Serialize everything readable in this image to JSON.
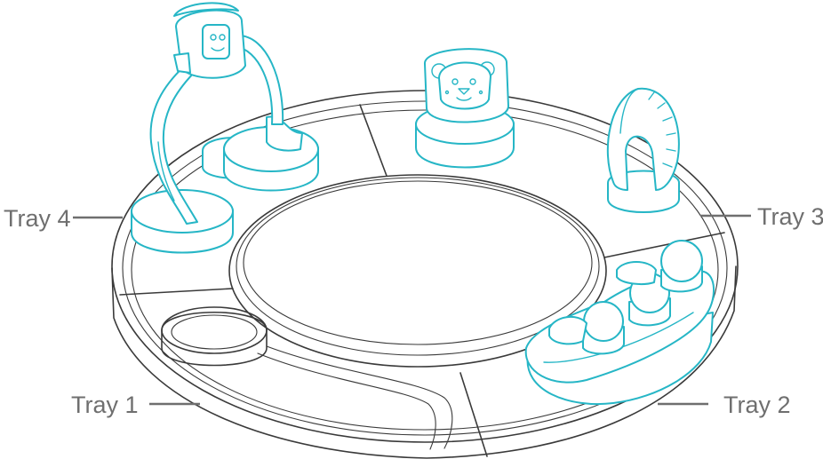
{
  "labels": {
    "tray1": "Tray 1",
    "tray2": "Tray 2",
    "tray3": "Tray 3",
    "tray4": "Tray 4"
  },
  "colors": {
    "toy_outline": "#26b6c6",
    "base_outline": "#3a3a3a",
    "label_text": "#6f6f6f"
  },
  "icons": {
    "tray1": "ring-cup",
    "tray2": "boat-with-peg-people",
    "tray3": "rainbow-arch",
    "tray4": "flexible-arm-stand",
    "center": "lion-toy"
  }
}
